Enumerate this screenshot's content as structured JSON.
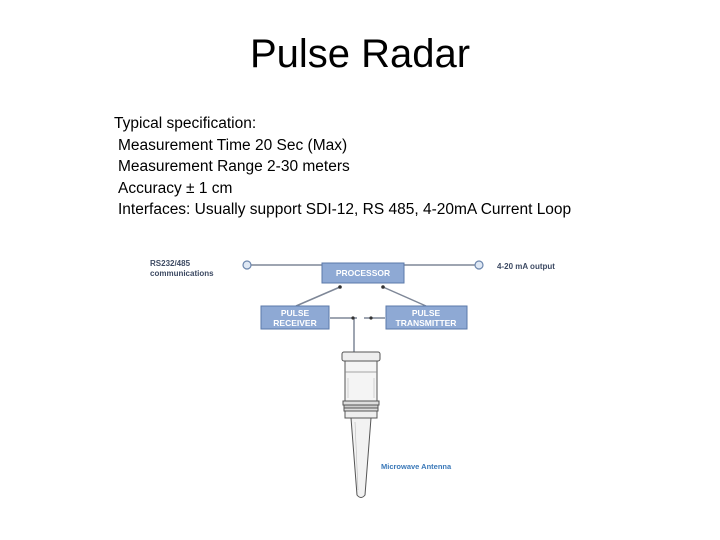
{
  "title": "Pulse Radar",
  "specs": {
    "heading": "Typical specification:",
    "lines": [
      "Measurement Time 20 Sec (Max)",
      "Measurement Range 2-30 meters",
      "Accuracy ± 1 cm",
      "Interfaces: Usually support  SDI-12, RS 485, 4-20mA Current Loop"
    ]
  },
  "diagram": {
    "comm_label_line1": "RS232/485",
    "comm_label_line2": "communications",
    "output_label": "4-20 mA output",
    "processor_label": "PROCESSOR",
    "receiver_label_line1": "PULSE",
    "receiver_label_line2": "RECEIVER",
    "transmitter_label_line1": "PULSE",
    "transmitter_label_line2": "TRANSMITTER",
    "antenna_label": "Microwave Antenna",
    "colors": {
      "box_fill": "#8ea9d4",
      "box_border": "#5b79aa",
      "line": "#7e8797",
      "antenna_fill": "#f4f4f4",
      "antenna_stroke": "#555555"
    }
  }
}
